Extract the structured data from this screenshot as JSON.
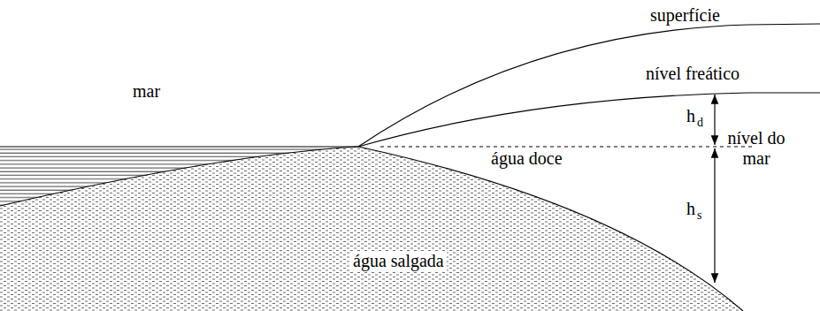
{
  "diagram": {
    "labels": [
      "superfície",
      "nível freático",
      "mar",
      "h",
      "d",
      "nível do mar",
      "água doce",
      "h",
      "s",
      "água salgada"
    ]
  }
}
